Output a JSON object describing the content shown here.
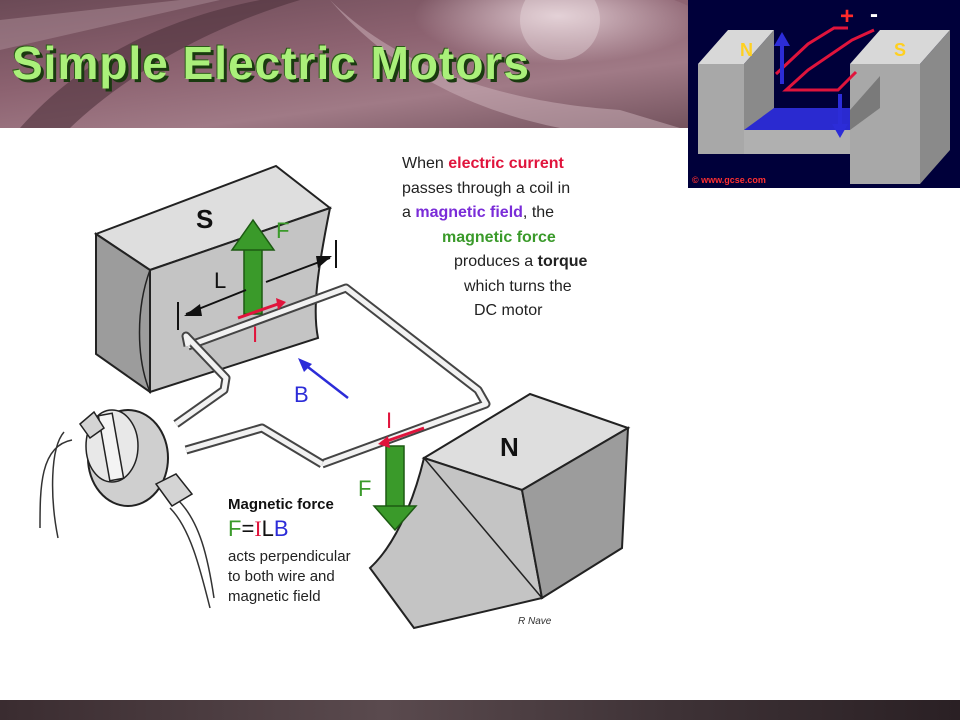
{
  "title": "Simple Electric Motors",
  "inset": {
    "pole_left": "N",
    "pole_right": "S",
    "terminal_plus": "+",
    "terminal_minus": "-",
    "credit": "© www.gcse.com"
  },
  "diagram": {
    "pole_south": "S",
    "pole_north": "N",
    "force_label_top": "F",
    "force_label_bottom": "F",
    "length_label": "L",
    "current_label_top": "I",
    "current_label_bottom": "I",
    "field_label": "B"
  },
  "caption": {
    "line1_a": "When ",
    "line1_b": "electric current",
    "line2": "passes through a  coil in",
    "line3_a": "a ",
    "line3_b": "magnetic field",
    "line3_c": ", the",
    "line4": "magnetic force",
    "line5_a": "produces a ",
    "line5_b": "torque",
    "line6": "which turns the",
    "line7": "DC motor"
  },
  "force_note": {
    "heading": "Magnetic force",
    "f": "F",
    "eq": "=",
    "i": "I",
    "l": "L",
    "b": "B",
    "line1": "acts perpendicular",
    "line2": "to both wire and",
    "line3": "magnetic field"
  },
  "credit": "R Nave",
  "colors": {
    "force_arrow": "#3a9a2a",
    "current": "#e0143c",
    "field": "#2c2cd8",
    "magnet_face": "#c4c4c4",
    "inset_background": "#00003a",
    "inset_block": "#a8a8a8"
  }
}
